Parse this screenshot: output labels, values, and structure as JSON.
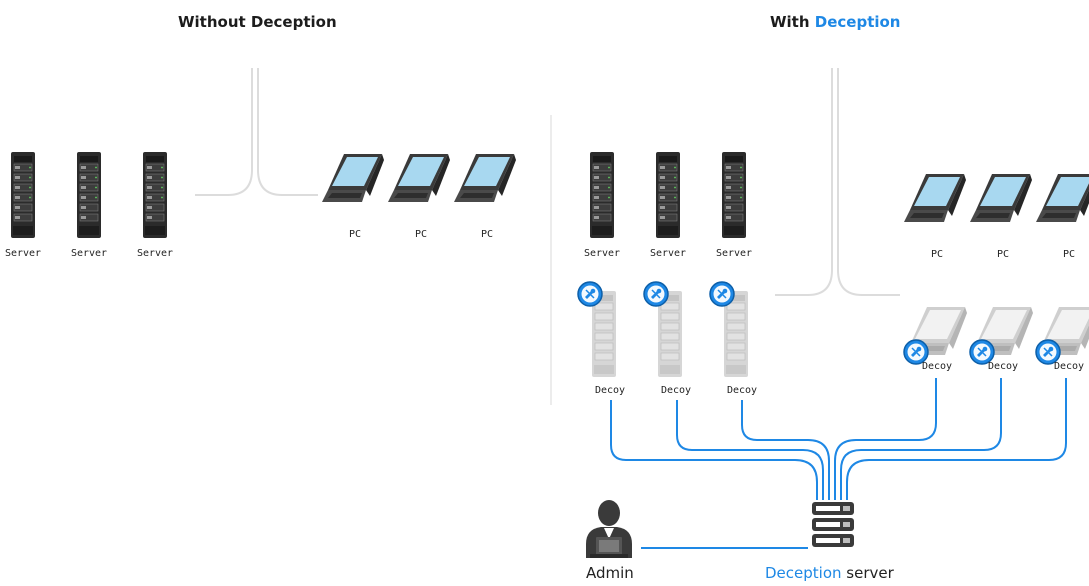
{
  "left_panel": {
    "title": "Without Deception",
    "server_label": "Server",
    "pc_label": "PC"
  },
  "right_panel": {
    "title_prefix": "With ",
    "title_accent": "Deception",
    "server_label": "Server",
    "pc_label": "PC",
    "decoy_label": "Decoy",
    "admin_label": "Admin",
    "deception_server_accent": "Deception",
    "deception_server_suffix": " server"
  },
  "colors": {
    "accent": "#1e88e5",
    "connector_gray": "#dcdcdc",
    "server_dark": "#2b2b2b",
    "decoy_gray": "#cfcfcf",
    "screen_blue": "#a8d8f0"
  },
  "icons": [
    "server-icon",
    "laptop-icon",
    "decoy-server-icon",
    "decoy-laptop-icon",
    "decoy-badge-icon",
    "admin-icon",
    "deception-server-icon"
  ]
}
